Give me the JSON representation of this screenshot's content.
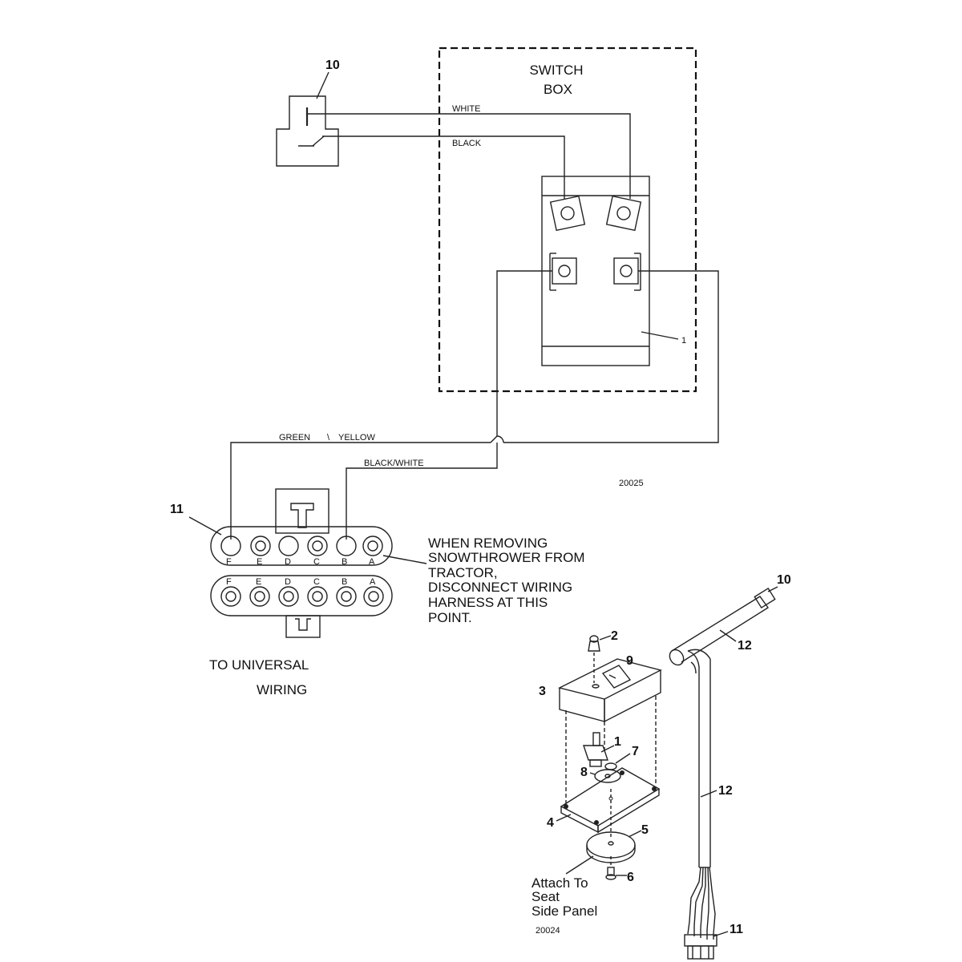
{
  "schematic": {
    "switch_box_label_line1": "SWITCH",
    "switch_box_label_line2": "BOX",
    "wire_white": "WHITE",
    "wire_black": "BLACK",
    "wire_green": "GREEN",
    "wire_separator": "\\",
    "wire_yellow": "YELLOW",
    "wire_black_white": "BLACK/WHITE",
    "callout_10": "10",
    "callout_1": "1",
    "callout_11": "11",
    "figure_number": "20025",
    "pin_letters": [
      "F",
      "E",
      "D",
      "C",
      "B",
      "A"
    ],
    "note_lines": [
      "WHEN REMOVING",
      "SNOWTHROWER FROM",
      "TRACTOR,",
      "DISCONNECT WIRING",
      "HARNESS AT THIS",
      "POINT."
    ],
    "to_universal_line1": "TO UNIVERSAL",
    "to_universal_line2": "WIRING"
  },
  "exploded": {
    "callouts": {
      "c1": "1",
      "c2": "2",
      "c3": "3",
      "c4": "4",
      "c5": "5",
      "c6": "6",
      "c7": "7",
      "c8": "8",
      "c9": "9",
      "c10": "10",
      "c11": "11",
      "c12a": "12",
      "c12b": "12"
    },
    "attach_lines": [
      "Attach To",
      "Seat",
      "Side Panel"
    ],
    "figure_number": "20024"
  }
}
